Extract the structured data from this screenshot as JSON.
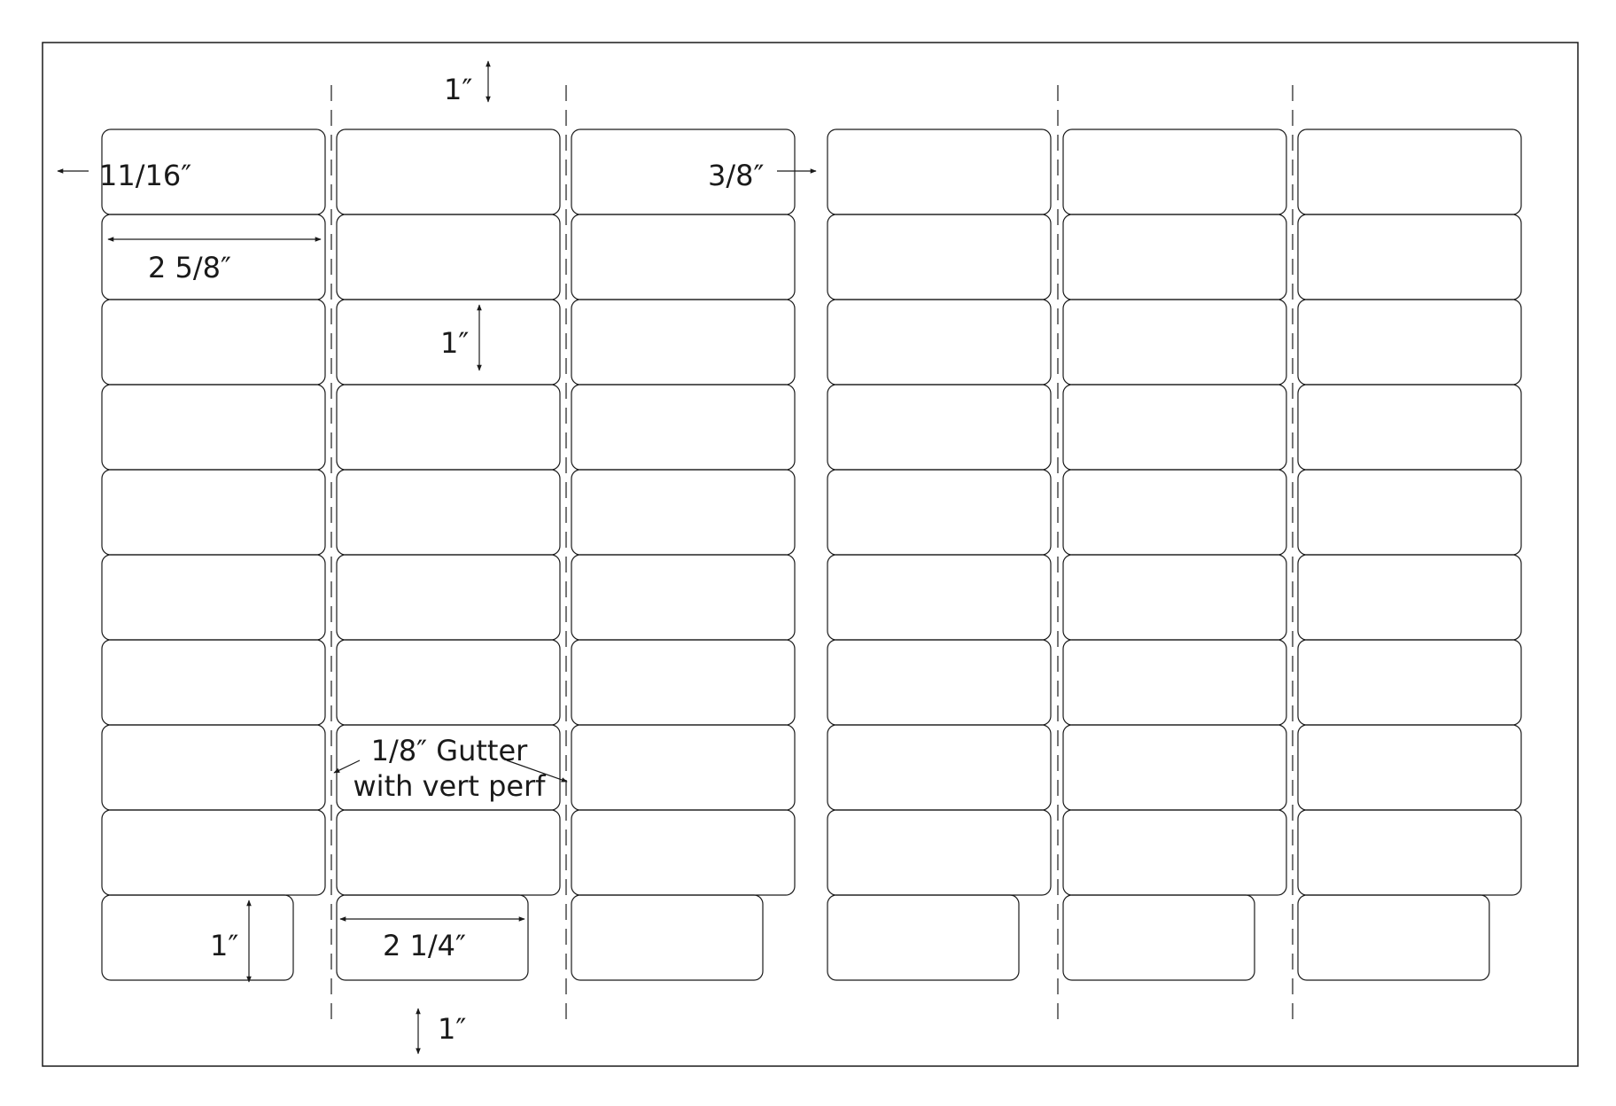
{
  "colors": {
    "line": "#1a1a1a",
    "background": "#ffffff"
  },
  "dimensions": {
    "side_margin": "11/16″",
    "label_width_long": "2 5/8″",
    "label_height_long": "1″",
    "column_spacing": "3/8″",
    "top_margin": "1″",
    "bottom_margin": "1″",
    "label_height_short": "1″",
    "label_width_short": "2 1/4″",
    "gutter_line1": "1/8″ Gutter",
    "gutter_line2": "with vert perf"
  },
  "layout": {
    "columns": 6,
    "long_rows_per_column": 9,
    "short_rows_per_column": 1,
    "perforated_gutters": 4
  }
}
